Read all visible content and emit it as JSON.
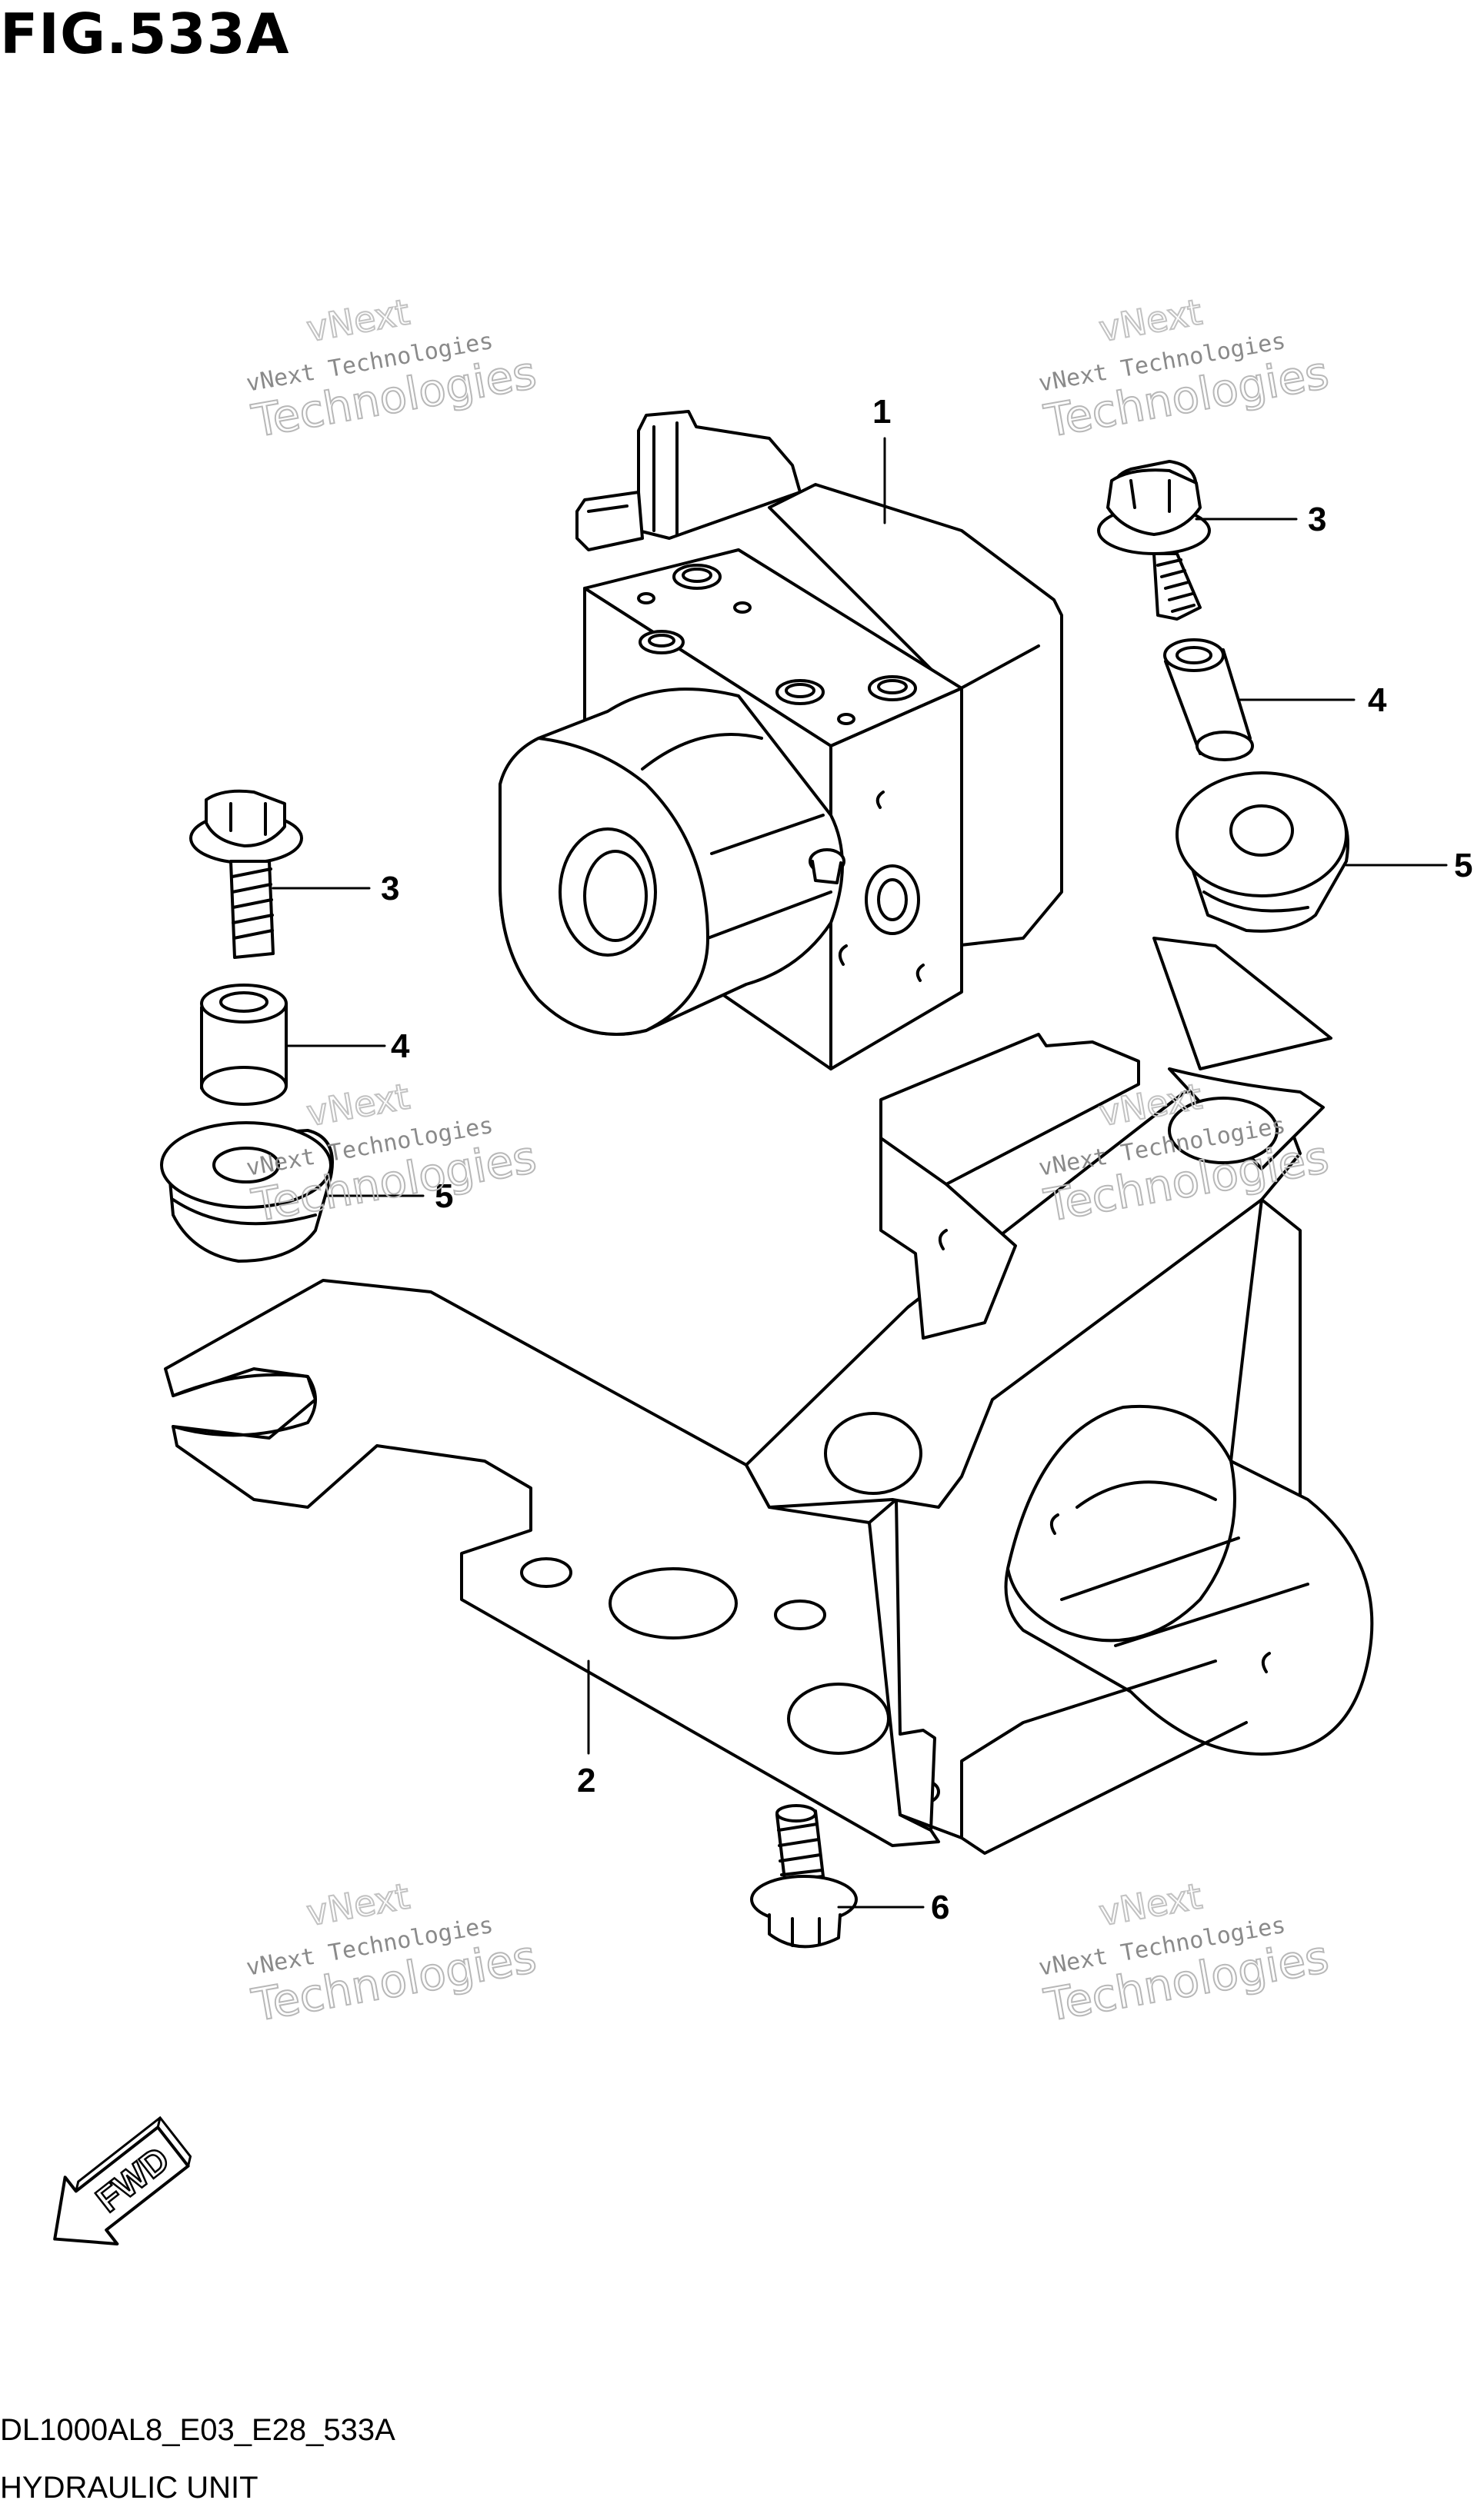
{
  "figure": {
    "title": "FIG.533A"
  },
  "callouts": [
    "1",
    "2",
    "3",
    "4",
    "5",
    "6",
    "3",
    "4",
    "5"
  ],
  "watermark": {
    "line1": "vNext Technologies",
    "line2": "Technologies",
    "brand": "vNext"
  },
  "fwd_label": "FWD",
  "footer": {
    "drawing_code": "DL1000AL8_E03_E28_533A",
    "unit_name": "HYDRAULIC UNIT"
  },
  "colors": {
    "line": "#000000",
    "watermark": "#b8b8b8",
    "background": "#ffffff"
  }
}
